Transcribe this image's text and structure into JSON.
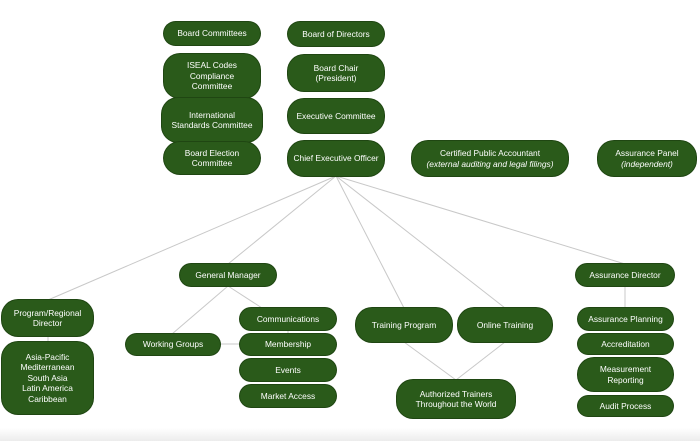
{
  "nodes": {
    "board_committees": {
      "lines": [
        "Board Committees"
      ]
    },
    "iseal_codes": {
      "lines": [
        "ISEAL Codes",
        "Compliance",
        "Committee"
      ]
    },
    "intl_standards": {
      "lines": [
        "International",
        "Standards Committee"
      ]
    },
    "board_election": {
      "lines": [
        "Board Election",
        "Committee"
      ]
    },
    "board_of_directors": {
      "lines": [
        "Board of Directors"
      ]
    },
    "board_chair": {
      "lines": [
        "Board Chair",
        "(President)"
      ]
    },
    "executive_committee": {
      "lines": [
        "Executive Committee"
      ]
    },
    "ceo": {
      "lines": [
        "Chief Executive Officer"
      ]
    },
    "cpa": {
      "lines": [
        "Certified Public Accountant"
      ],
      "sub": "(external auditing and legal filings)"
    },
    "assurance_panel": {
      "lines": [
        "Assurance Panel"
      ],
      "sub": "(independent)"
    },
    "general_manager": {
      "lines": [
        "General Manager"
      ]
    },
    "assurance_director": {
      "lines": [
        "Assurance Director"
      ]
    },
    "program_regional_director": {
      "lines": [
        "Program/Regional",
        "Director"
      ]
    },
    "regions": {
      "lines": [
        "Asia-Pacific",
        "Mediterranean",
        "South Asia",
        "Latin America",
        "Caribbean"
      ]
    },
    "working_groups": {
      "lines": [
        "Working Groups"
      ]
    },
    "communications": {
      "lines": [
        "Communications"
      ]
    },
    "membership": {
      "lines": [
        "Membership"
      ]
    },
    "events": {
      "lines": [
        "Events"
      ]
    },
    "market_access": {
      "lines": [
        "Market Access"
      ]
    },
    "training_program": {
      "lines": [
        "Training Program"
      ]
    },
    "online_training": {
      "lines": [
        "Online Training"
      ]
    },
    "authorized_trainers": {
      "lines": [
        "Authorized Trainers",
        "Throughout the World"
      ]
    },
    "assurance_planning": {
      "lines": [
        "Assurance Planning"
      ]
    },
    "accreditation": {
      "lines": [
        "Accreditation"
      ]
    },
    "measurement_reporting": {
      "lines": [
        "Measurement",
        "Reporting"
      ]
    },
    "audit_process": {
      "lines": [
        "Audit Process"
      ]
    }
  },
  "colors": {
    "node_fill": "#2a5a1a",
    "node_text": "#ffffff",
    "connector": "#c8c8c8"
  }
}
